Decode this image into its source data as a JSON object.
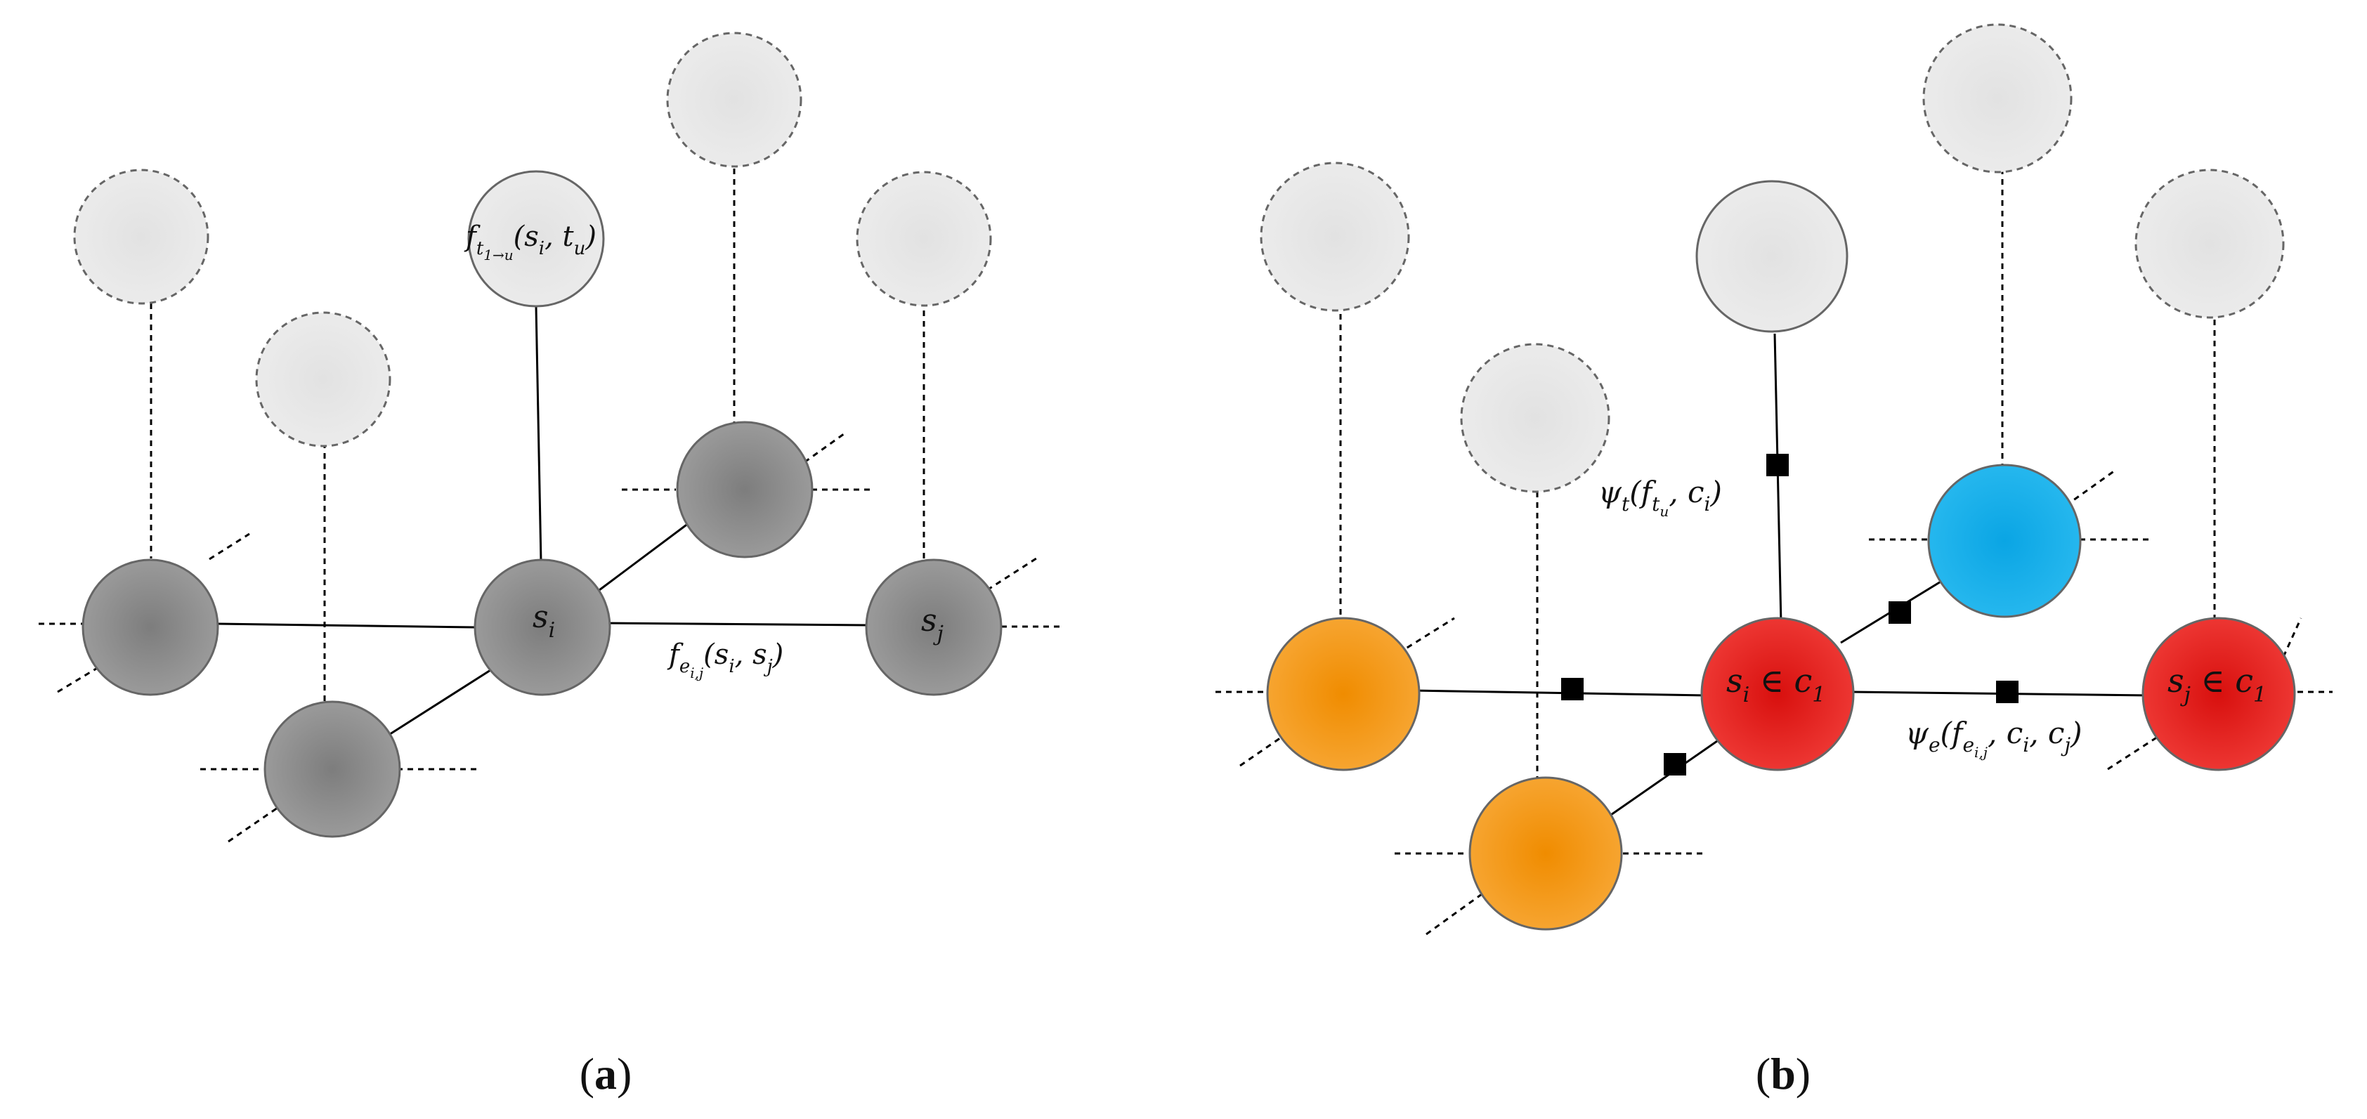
{
  "panels": {
    "a": {
      "caption_open": "(",
      "caption_letter": "a",
      "caption_close": ")",
      "labels": {
        "si": {
          "base": "s",
          "sub": "i"
        },
        "sj": {
          "base": "s",
          "sub": "j"
        },
        "top_factor": {
          "f": "f",
          "sub": "t",
          "subsub": "1→u",
          "args": "(s",
          "a1sub": "i",
          "mid": ", t",
          "a2sub": "u",
          "close": ")"
        },
        "edge_factor": {
          "f": "f",
          "sub": "e",
          "subsub": "i,j",
          "args": "(s",
          "a1sub": "i",
          "mid": ", s",
          "a2sub": "j",
          "close": ")"
        }
      }
    },
    "b": {
      "caption_open": "(",
      "caption_letter": "b",
      "caption_close": ")",
      "labels": {
        "si": {
          "base": "s",
          "sub": "i",
          "rel": " ∈ c",
          "relsub": "1"
        },
        "sj": {
          "base": "s",
          "sub": "j",
          "rel": " ∈ c",
          "relsub": "1"
        },
        "psi_t": {
          "psi": "ψ",
          "sub": "t",
          "open": "(f",
          "fsub": "t",
          "fsubsub": "u",
          "mid": ", c",
          "csub": "i",
          "close": ")"
        },
        "psi_e": {
          "psi": "ψ",
          "sub": "e",
          "open": "(f",
          "fsub": "e",
          "fsubsub": "i,j",
          "mid": ", c",
          "c1sub": "i",
          "mid2": ", c",
          "c2sub": "j",
          "close": ")"
        }
      }
    }
  },
  "colors": {
    "observed_light": "#e6e6e6",
    "hidden_gray": "#8a8a8a",
    "orange": "#f39a12",
    "red": "#e3231f",
    "blue": "#16aee8",
    "stroke": "#666666",
    "edge": "#000000"
  }
}
